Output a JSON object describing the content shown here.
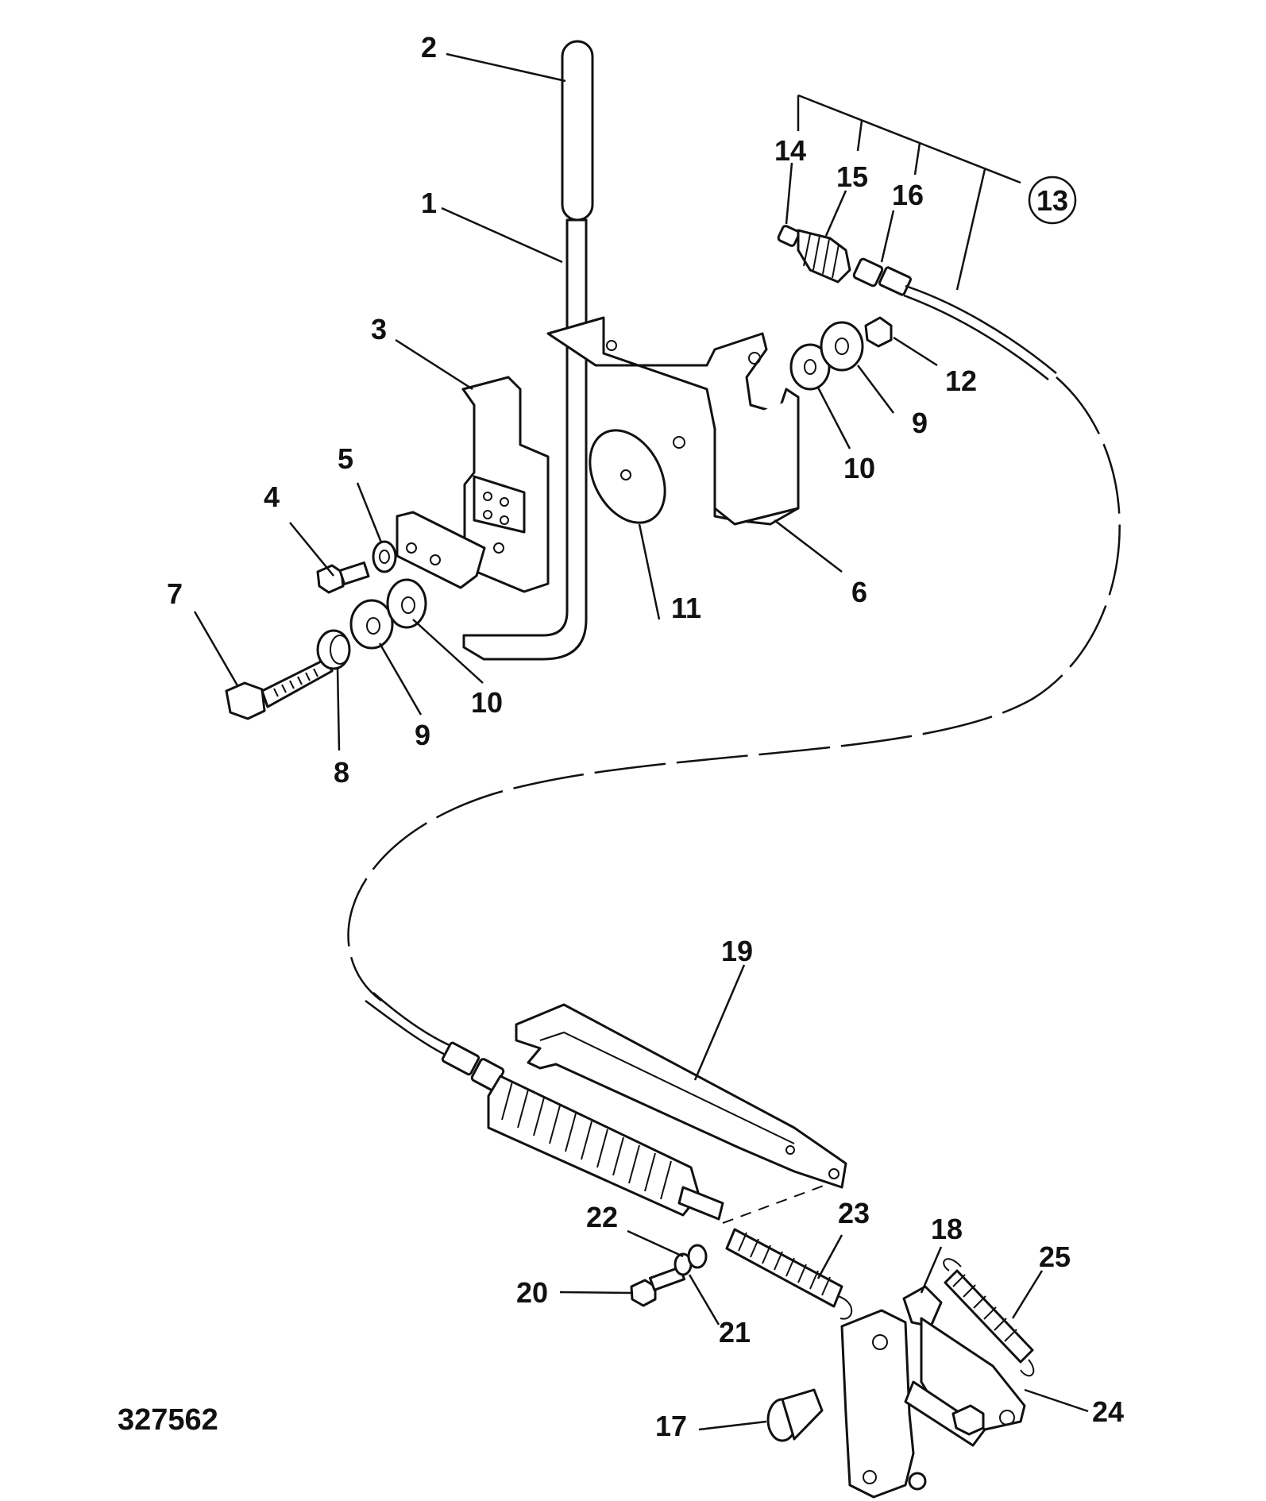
{
  "figure_id": "327562",
  "callouts": [
    {
      "label": "1"
    },
    {
      "label": "2"
    },
    {
      "label": "3"
    },
    {
      "label": "4"
    },
    {
      "label": "5"
    },
    {
      "label": "6"
    },
    {
      "label": "7"
    },
    {
      "label": "8"
    },
    {
      "label": "9"
    },
    {
      "label": "9"
    },
    {
      "label": "10"
    },
    {
      "label": "10"
    },
    {
      "label": "11"
    },
    {
      "label": "12"
    },
    {
      "label": "13"
    },
    {
      "label": "14"
    },
    {
      "label": "15"
    },
    {
      "label": "16"
    },
    {
      "label": "17"
    },
    {
      "label": "18"
    },
    {
      "label": "19"
    },
    {
      "label": "20"
    },
    {
      "label": "21"
    },
    {
      "label": "22"
    },
    {
      "label": "23"
    },
    {
      "label": "24"
    },
    {
      "label": "25"
    }
  ]
}
